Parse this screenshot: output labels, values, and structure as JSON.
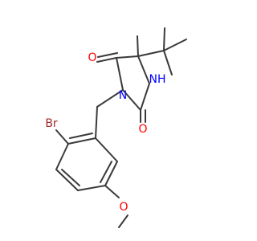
{
  "atoms": {
    "o_top": {
      "text": "O",
      "color": "#ff0000"
    },
    "nh": {
      "text": "NH",
      "color": "#0000ff"
    },
    "n": {
      "text": "N",
      "color": "#0000ff"
    },
    "o_right": {
      "text": "O",
      "color": "#ff0000"
    },
    "br": {
      "text": "Br",
      "color": "#a52a2a"
    },
    "o_methoxy": {
      "text": "O",
      "color": "#ff0000"
    }
  },
  "colors": {
    "bond": "#3a3a3a",
    "background": "#ffffff"
  }
}
